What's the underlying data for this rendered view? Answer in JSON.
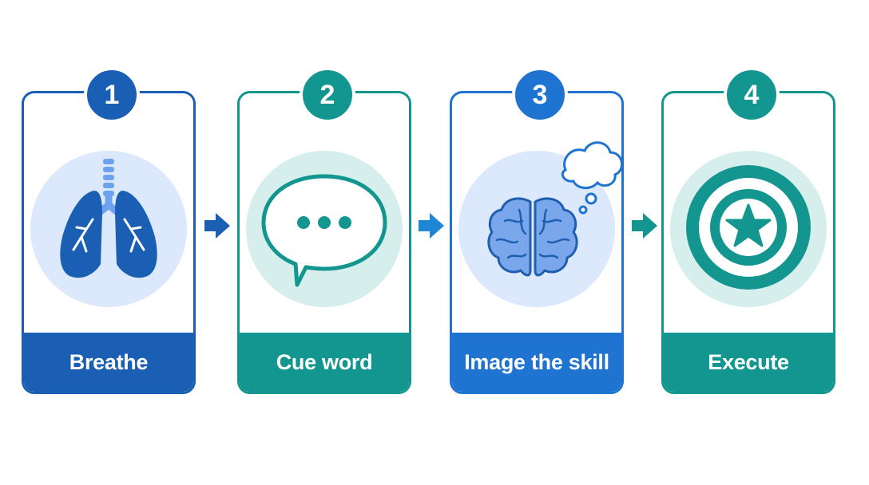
{
  "steps": [
    {
      "number": "1",
      "label": "Breathe",
      "icon": "lungs-icon",
      "color": "#1a5fb4",
      "halo": "#dce8fb"
    },
    {
      "number": "2",
      "label": "Cue word",
      "icon": "speech-bubble-icon",
      "color": "#12968f",
      "halo": "#d6efec"
    },
    {
      "number": "3",
      "label": "Image the skill",
      "icon": "brain-thought-icon",
      "color": "#1f74d1",
      "halo": "#dce8fb"
    },
    {
      "number": "4",
      "label": "Execute",
      "icon": "target-star-icon",
      "color": "#12968f",
      "halo": "#d6efec"
    }
  ],
  "arrows": [
    {
      "icon": "arrow-right-icon",
      "color": "#1a5fb4"
    },
    {
      "icon": "arrow-right-icon",
      "color": "#1f86d6"
    },
    {
      "icon": "arrow-right-icon",
      "color": "#12968f"
    }
  ]
}
